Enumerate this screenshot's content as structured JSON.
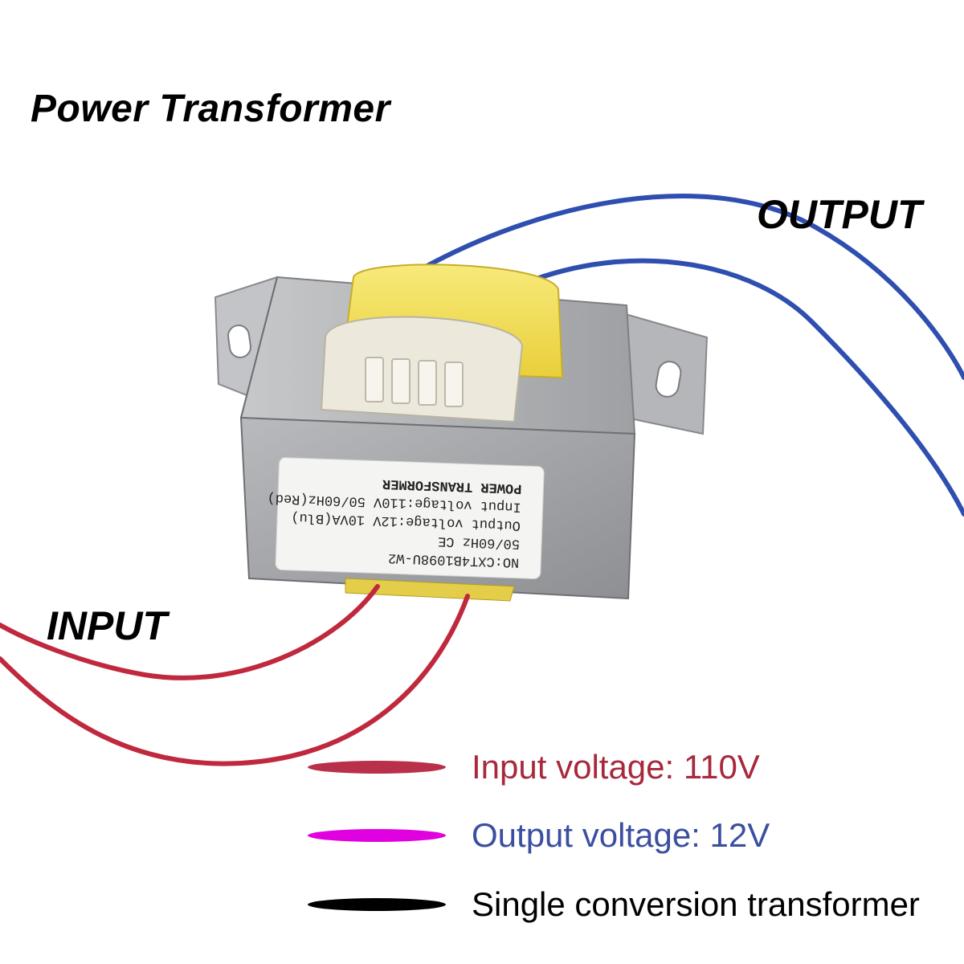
{
  "title": "Power Transformer",
  "labels": {
    "output": "OUTPUT",
    "input": "INPUT"
  },
  "product_label": {
    "lines": [
      "NO:CXT4B1098U-W2",
      "50/60Hz CE",
      "Output voltage:12V 10VA(Blu)",
      "Input voltage:110V 50/60Hz(Red)",
      "POWER TRANSFORMER"
    ]
  },
  "legend": [
    {
      "text": "Input voltage: 110V",
      "swatch_color": "#b8304a",
      "text_color": "#a8283c"
    },
    {
      "text": "Output voltage: 12V",
      "swatch_color": "#e000e0",
      "text_color": "#3a4fa0"
    },
    {
      "text": "Single conversion transformer",
      "swatch_color": "#000000",
      "text_color": "#000000"
    }
  ],
  "colors": {
    "input_wire": "#c0283e",
    "output_wire": "#2f4fb0",
    "core": "#a9aaad",
    "coil_tape": "#f3e05a"
  }
}
